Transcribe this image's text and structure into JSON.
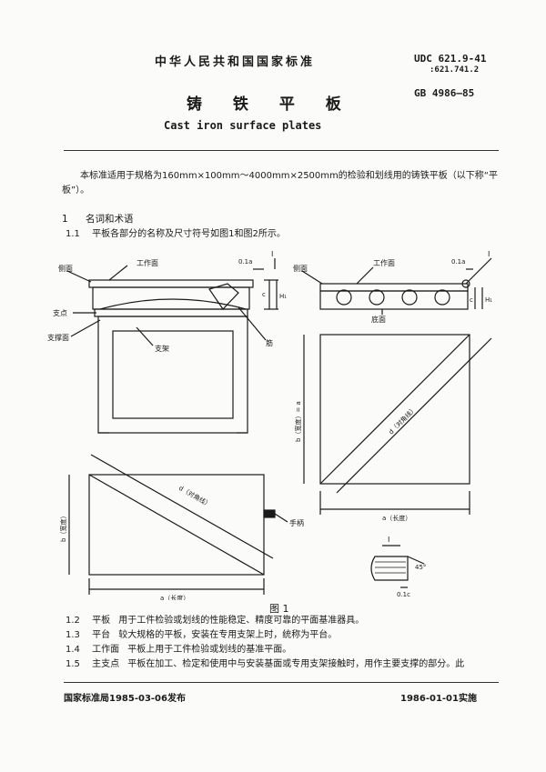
{
  "header": {
    "org": "中华人民共和国国家标准",
    "udc_line1": "UDC 621.9-41",
    "udc_line2": ":621.741.2",
    "title_cn": "铸 铁 平 板",
    "title_en": "Cast iron surface plates",
    "gb_code": "GB 4986—85"
  },
  "intro": "本标准适用于规格为160mm×100mm～4000mm×2500mm的检验和划线用的铸铁平板（以下称“平板”）。",
  "section1": {
    "num": "1",
    "title": "名词和术语"
  },
  "item11": {
    "num": "1.1",
    "text": "平板各部分的名称及尺寸符号如图1和图2所示。"
  },
  "figure": {
    "labels": {
      "work_face": "工作面",
      "side_face": "侧面",
      "support_point": "支点",
      "support_face": "支撑面",
      "stand": "支架",
      "rib": "筋",
      "bottom_face": "底面",
      "handle": "手柄",
      "dim_01a": "0.1a",
      "roman_I": "I",
      "dim_c": "c",
      "dim_H1": "H₁",
      "width_b": "b（宽度）",
      "width_b_eq": "b（宽度）= a",
      "length_a": "a（长度）",
      "diag_d": "d（对角线）",
      "angle45": "45°",
      "dim_01c": "0.1c"
    },
    "caption": "图 1"
  },
  "items": [
    {
      "num": "1.2",
      "term": "平板",
      "text": "用于工件检验或划线的性能稳定、精度可靠的平面基准器具。"
    },
    {
      "num": "1.3",
      "term": "平台",
      "text": "较大规格的平板，安装在专用支架上时，统称为平台。"
    },
    {
      "num": "1.4",
      "term": "工作面",
      "text": "平板上用于工件检验或划线的基准平面。"
    },
    {
      "num": "1.5",
      "term": "主支点",
      "text": "平板在加工、检定和使用中与安装基面或专用支架接触时，用作主要支撑的部分。此"
    }
  ],
  "footer": {
    "left": "国家标准局1985-03-06发布",
    "right": "1986-01-01实施"
  }
}
